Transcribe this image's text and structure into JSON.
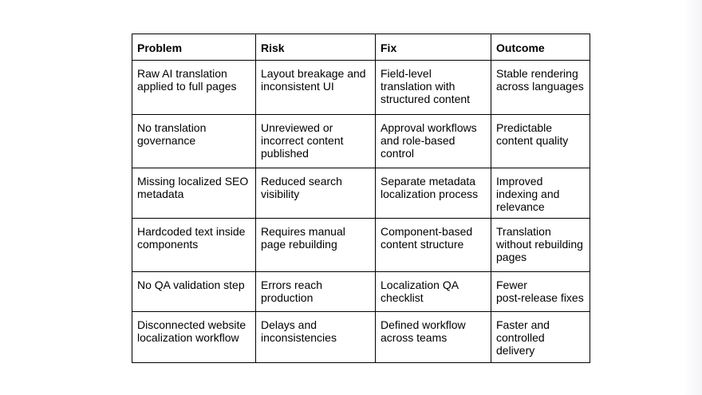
{
  "table": {
    "headers": [
      "Problem",
      "Risk",
      "Fix",
      "Outcome"
    ],
    "rows": [
      [
        [
          "Raw AI translation",
          "applied to full pages"
        ],
        [
          "Layout breakage and",
          "inconsistent UI"
        ],
        [
          "Field-level",
          "translation with",
          "structured content"
        ],
        [
          "Stable rendering",
          "across languages"
        ]
      ],
      [
        [
          "No translation",
          "governance"
        ],
        [
          "Unreviewed or",
          "incorrect content",
          "published"
        ],
        [
          "Approval workflows",
          "and role-based",
          "control"
        ],
        [
          "Predictable",
          "content quality"
        ]
      ],
      [
        [
          "Missing localized SEO",
          "metadata"
        ],
        [
          "Reduced search",
          "visibility"
        ],
        [
          "Separate metadata",
          "localization process"
        ],
        [
          "Improved",
          "indexing and",
          "relevance"
        ]
      ],
      [
        [
          "Hardcoded text inside",
          "components"
        ],
        [
          "Requires manual",
          "page rebuilding"
        ],
        [
          "Component-based",
          "content structure"
        ],
        [
          "Translation",
          "without rebuilding",
          "pages"
        ]
      ],
      [
        [
          "No QA validation step"
        ],
        [
          "Errors reach",
          "production"
        ],
        [
          "Localization QA",
          "checklist"
        ],
        [
          "Fewer",
          "post-release fixes"
        ]
      ],
      [
        [
          "Disconnected website",
          "localization workflow"
        ],
        [
          "Delays and",
          "inconsistencies"
        ],
        [
          "Defined workflow",
          "across teams"
        ],
        [
          "Faster and",
          "controlled",
          "delivery"
        ]
      ]
    ]
  }
}
